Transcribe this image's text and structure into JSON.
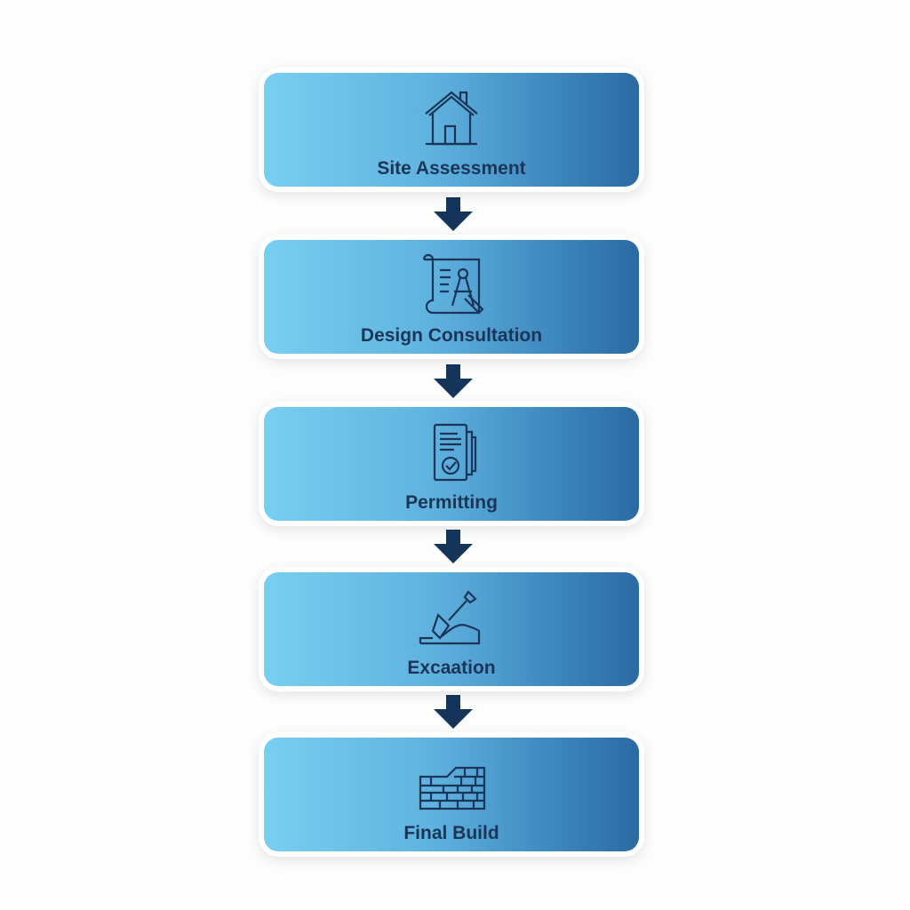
{
  "steps": [
    {
      "label": "Site Assessment",
      "icon": "house-icon"
    },
    {
      "label": "Design Consultation",
      "icon": "blueprint-icon"
    },
    {
      "label": "Permitting",
      "icon": "document-check-icon"
    },
    {
      "label": "Excaation",
      "icon": "shovel-icon"
    },
    {
      "label": "Final Build",
      "icon": "brick-wall-icon"
    }
  ],
  "colors": {
    "gradient_start": "#78cff0",
    "gradient_end": "#2b6aa3",
    "ink": "#1a3557",
    "arrow": "#14345a"
  }
}
